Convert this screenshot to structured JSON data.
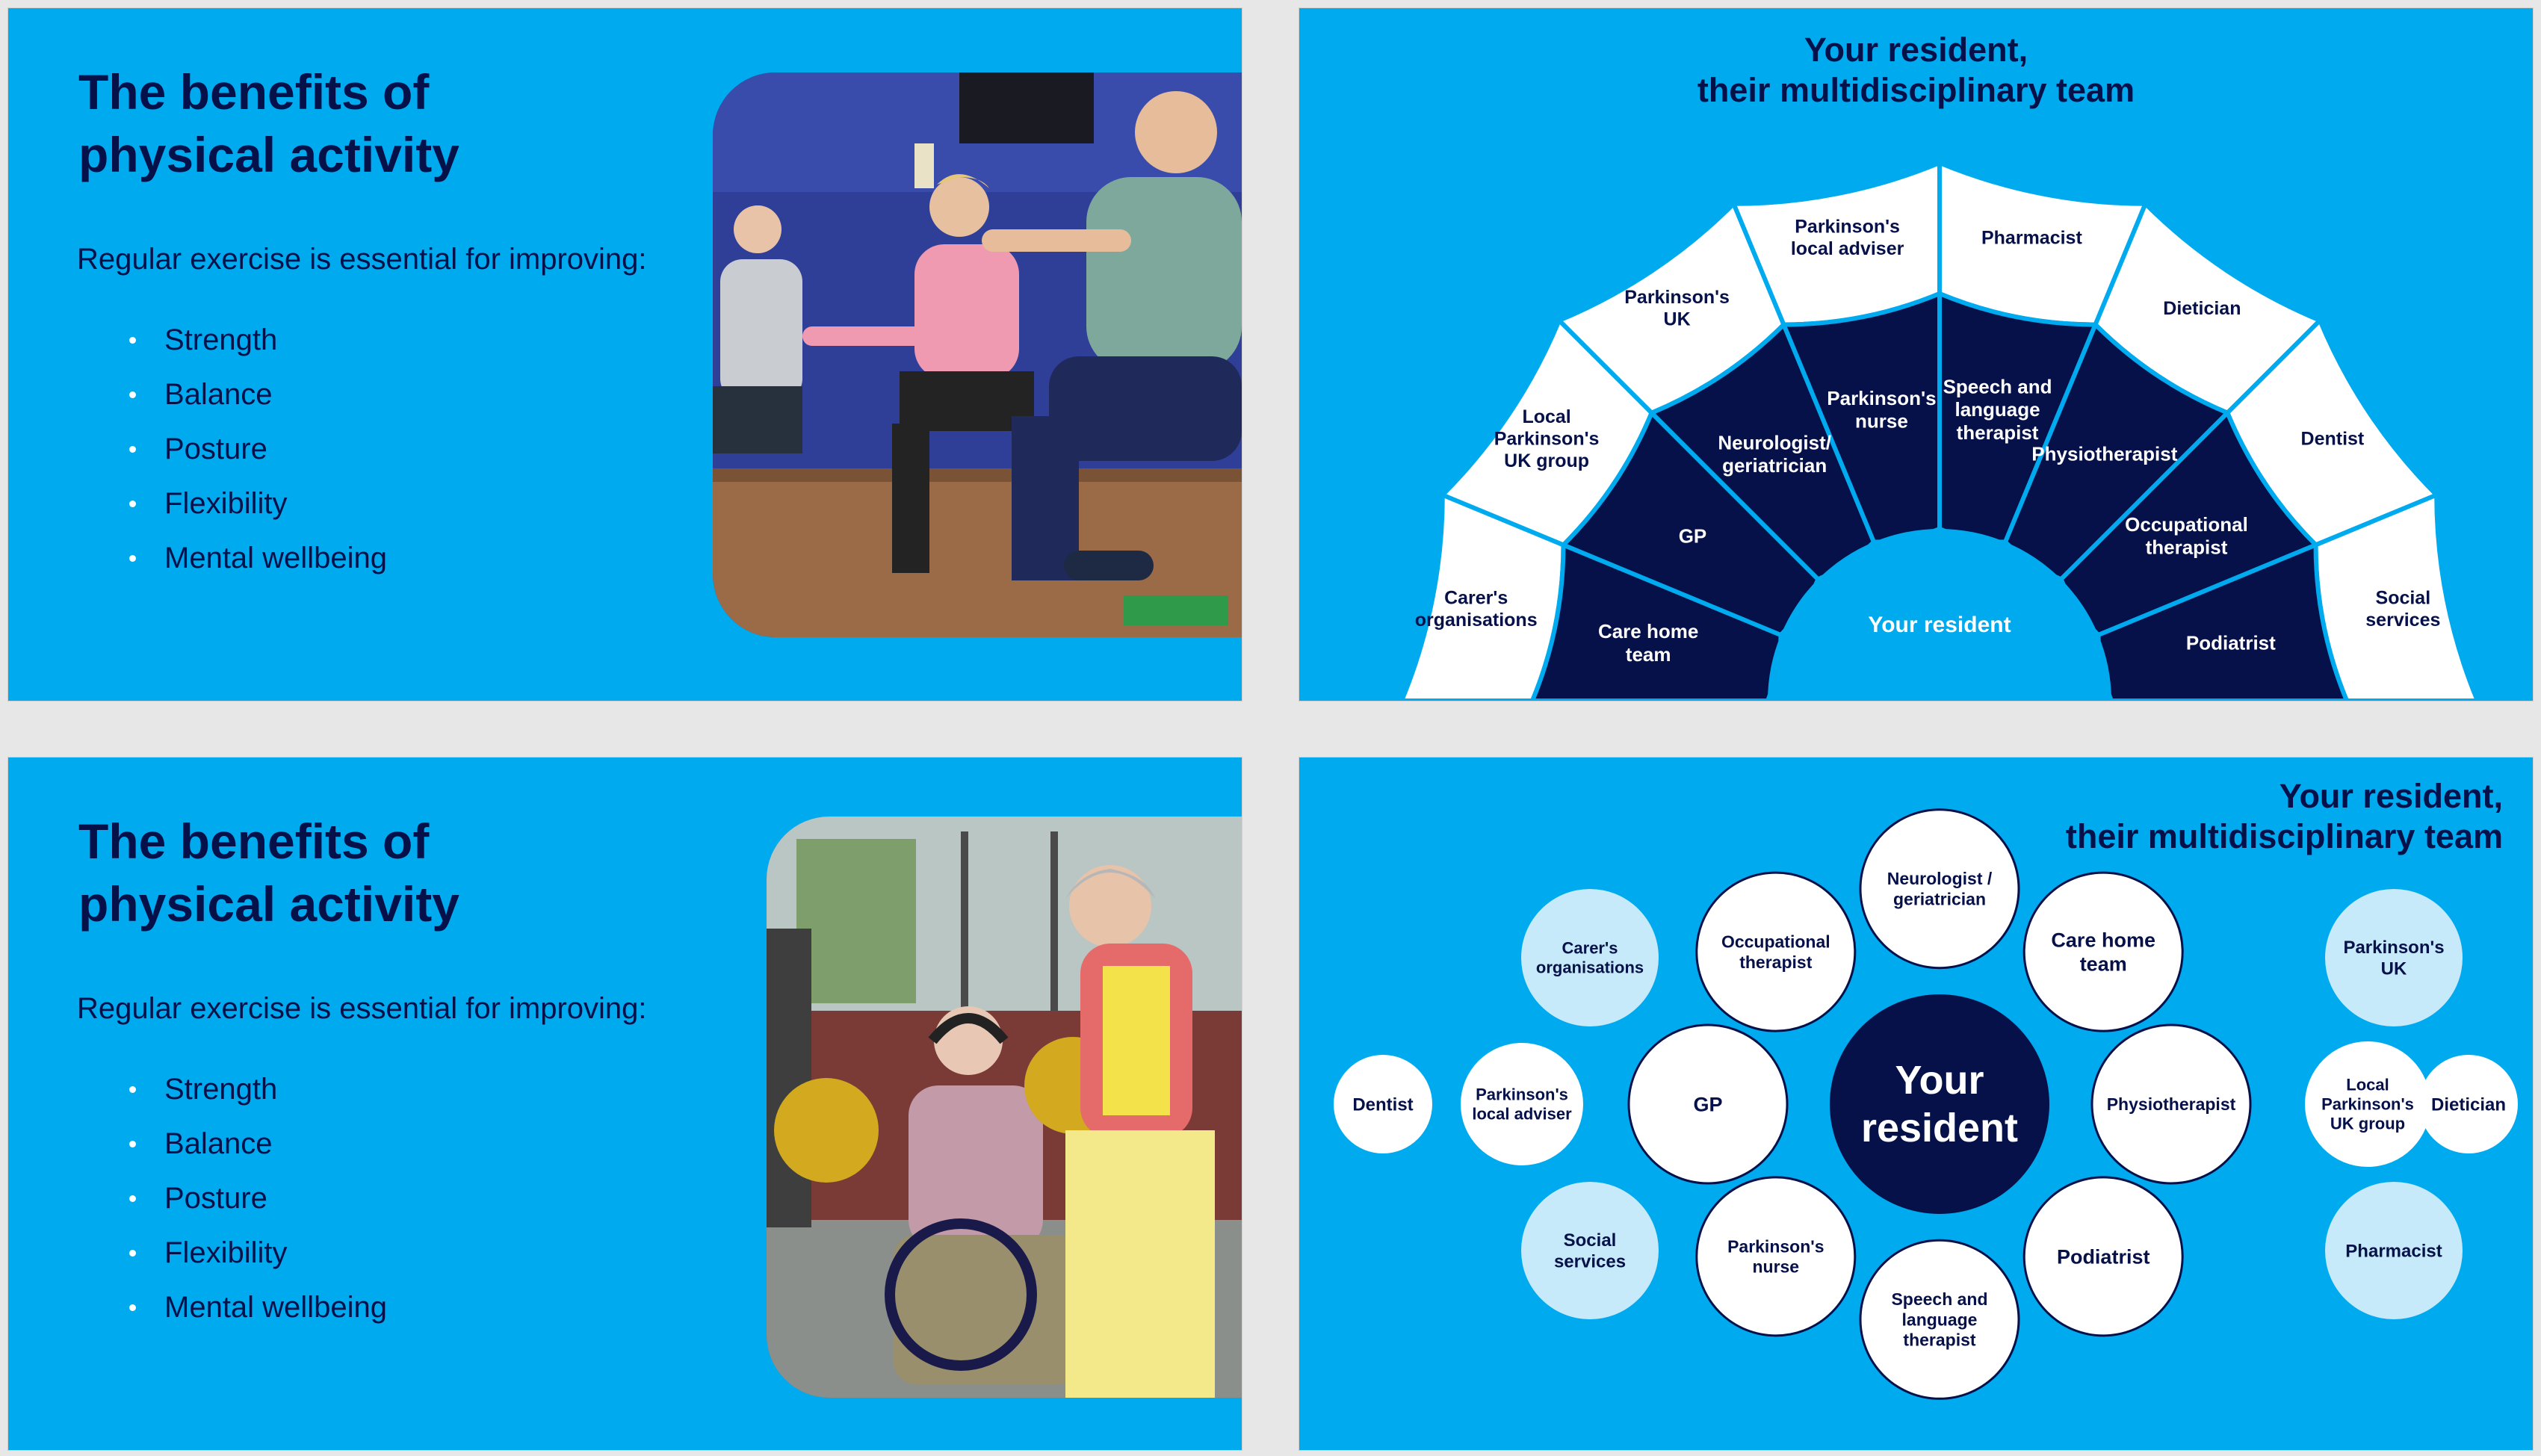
{
  "slide1": {
    "title_line1": "The benefits of",
    "title_line2": "physical activity",
    "intro": "Regular exercise is essential for improving:",
    "bullets": [
      "Strength",
      "Balance",
      "Posture",
      "Flexibility",
      "Mental wellbeing"
    ]
  },
  "slide3": {
    "title_line1": "The benefits of",
    "title_line2": "physical activity",
    "intro": "Regular exercise is essential for improving:",
    "bullets": [
      "Strength",
      "Balance",
      "Posture",
      "Flexibility",
      "Mental wellbeing"
    ]
  },
  "slide2": {
    "title_line1": "Your resident,",
    "title_line2": "their multidisciplinary team",
    "center": "Your resident",
    "inner_ring": [
      [
        "Care home",
        "team"
      ],
      [
        "GP"
      ],
      [
        "Neurologist/",
        "geriatrician"
      ],
      [
        "Parkinson's",
        "nurse"
      ],
      [
        "Speech and",
        "language",
        "therapist"
      ],
      [
        "Physiotherapist"
      ],
      [
        "Occupational",
        "therapist"
      ],
      [
        "Podiatrist"
      ]
    ],
    "outer_ring": [
      [
        "Carer's",
        "organisations"
      ],
      [
        "Local",
        "Parkinson's",
        "UK group"
      ],
      [
        "Parkinson's",
        "UK"
      ],
      [
        "Parkinson's",
        "local adviser"
      ],
      [
        "Pharmacist"
      ],
      [
        "Dietician"
      ],
      [
        "Dentist"
      ],
      [
        "Social",
        "services"
      ]
    ]
  },
  "slide4": {
    "title_line1": "Your resident,",
    "title_line2": "their multidisciplinary team",
    "center_line1": "Your",
    "center_line2": "resident",
    "inner_circles": [
      [
        "Neurologist /",
        "geriatrician"
      ],
      [
        "Care home",
        "team"
      ],
      [
        "Physiotherapist"
      ],
      [
        "Podiatrist"
      ],
      [
        "Speech and",
        "language",
        "therapist"
      ],
      [
        "Parkinson's",
        "nurse"
      ],
      [
        "GP"
      ],
      [
        "Occupational",
        "therapist"
      ]
    ],
    "outer_circles": [
      [
        "Parkinson's",
        "UK"
      ],
      [
        "Local",
        "Parkinson's",
        "UK group"
      ],
      [
        "Pharmacist"
      ],
      [
        "Social",
        "services"
      ],
      [
        "Parkinson's",
        "local adviser"
      ],
      [
        "Carer's",
        "organisations"
      ],
      [
        "Dietician"
      ],
      [
        "Dentist"
      ]
    ]
  },
  "colors": {
    "background": "#00aaef",
    "navy": "#06114a",
    "light_blue": "#c6eafa",
    "white": "#ffffff"
  }
}
